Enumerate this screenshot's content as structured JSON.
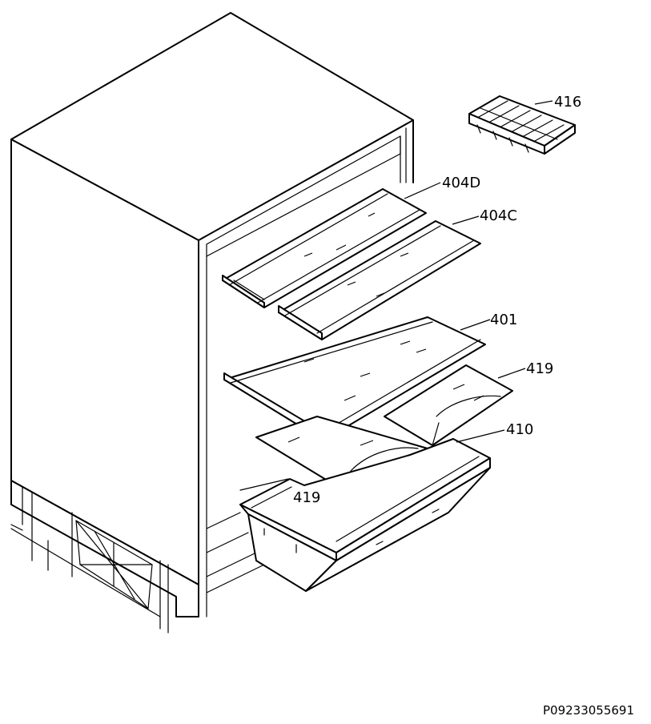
{
  "diagram": {
    "parts": [
      {
        "id": "416",
        "label": "416"
      },
      {
        "id": "404D",
        "label": "404D"
      },
      {
        "id": "404C",
        "label": "404C"
      },
      {
        "id": "401",
        "label": "401"
      },
      {
        "id": "419a",
        "label": "419"
      },
      {
        "id": "410",
        "label": "410"
      },
      {
        "id": "419b",
        "label": "419"
      }
    ],
    "reference_code": "P09233055691"
  }
}
